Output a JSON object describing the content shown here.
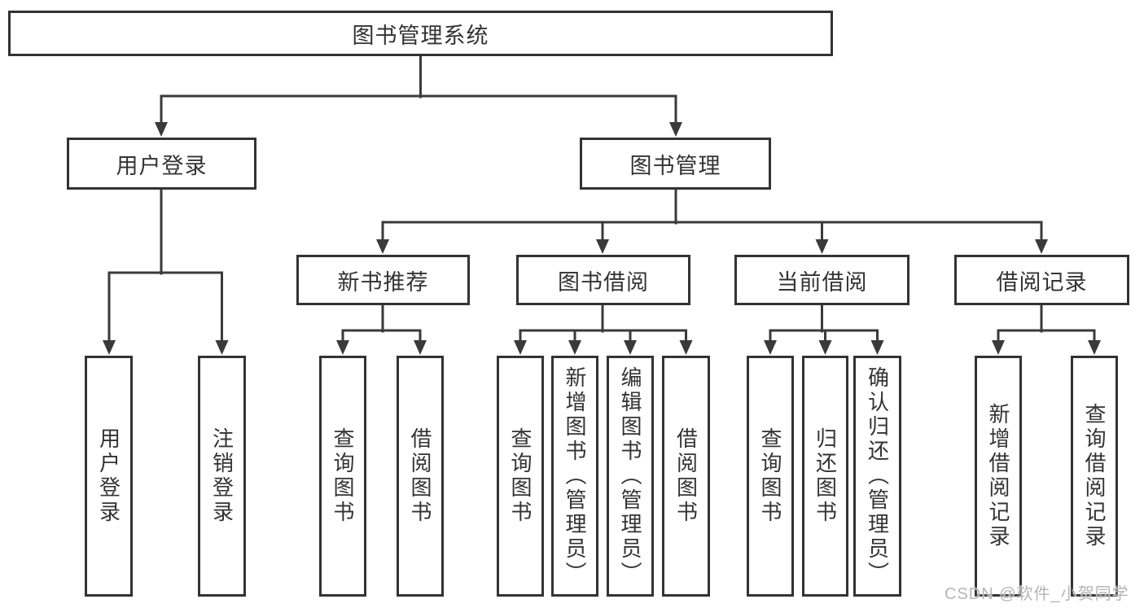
{
  "diagram": {
    "root": {
      "label": "图书管理系统"
    },
    "level2": [
      {
        "label": "用户登录"
      },
      {
        "label": "图书管理"
      }
    ],
    "level3": [
      {
        "label": "新书推荐"
      },
      {
        "label": "图书借阅"
      },
      {
        "label": "当前借阅"
      },
      {
        "label": "借阅记录"
      }
    ],
    "leaves": [
      {
        "label": "用户登录"
      },
      {
        "label": "注销登录"
      },
      {
        "label": "查询图书"
      },
      {
        "label": "借阅图书"
      },
      {
        "label": "查询图书"
      },
      {
        "label": "新增图书（管理员）"
      },
      {
        "label": "编辑图书（管理员）"
      },
      {
        "label": "借阅图书"
      },
      {
        "label": "查询图书"
      },
      {
        "label": "归还图书"
      },
      {
        "label": "确认归还（管理员）"
      },
      {
        "label": "新增借阅记录"
      },
      {
        "label": "查询借阅记录"
      }
    ]
  },
  "watermark": {
    "text": "CSDN @软件_小贺同学"
  },
  "colors": {
    "line": "#3a3a3a",
    "text": "#333333",
    "watermark": "#b5b5b5"
  }
}
